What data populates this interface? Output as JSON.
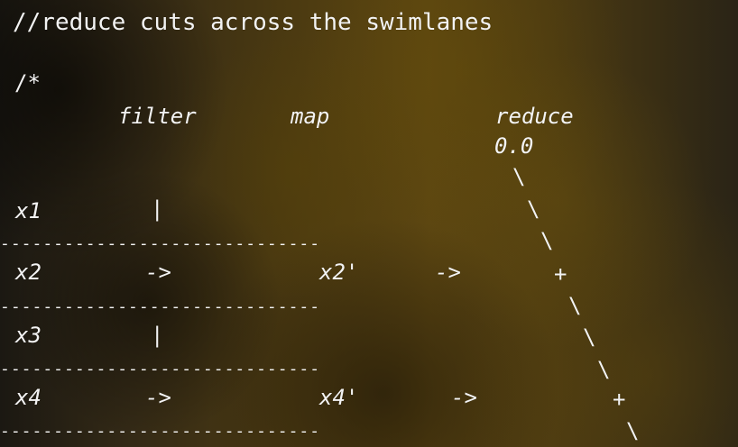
{
  "editor": {
    "title_comment": "//reduce cuts across the swimlanes",
    "comment_start": "/*"
  },
  "headers": {
    "filter": "filter",
    "map": "map",
    "reduce": "reduce",
    "initial_value": "0.0"
  },
  "lanes": [
    {
      "label": "x1",
      "filter": "|",
      "map": "",
      "arrow": ""
    },
    {
      "label": "x2",
      "filter": "->",
      "map": "x2'",
      "arrow": "->"
    },
    {
      "label": "x3",
      "filter": "|",
      "map": "",
      "arrow": ""
    },
    {
      "label": "x4",
      "filter": "->",
      "map": "x4'",
      "arrow": "->"
    }
  ],
  "reduce_trace": [
    "\\",
    "\\",
    "\\",
    "+",
    "\\",
    "\\",
    "\\",
    "+",
    "\\"
  ],
  "divider_line": "------------------------------"
}
